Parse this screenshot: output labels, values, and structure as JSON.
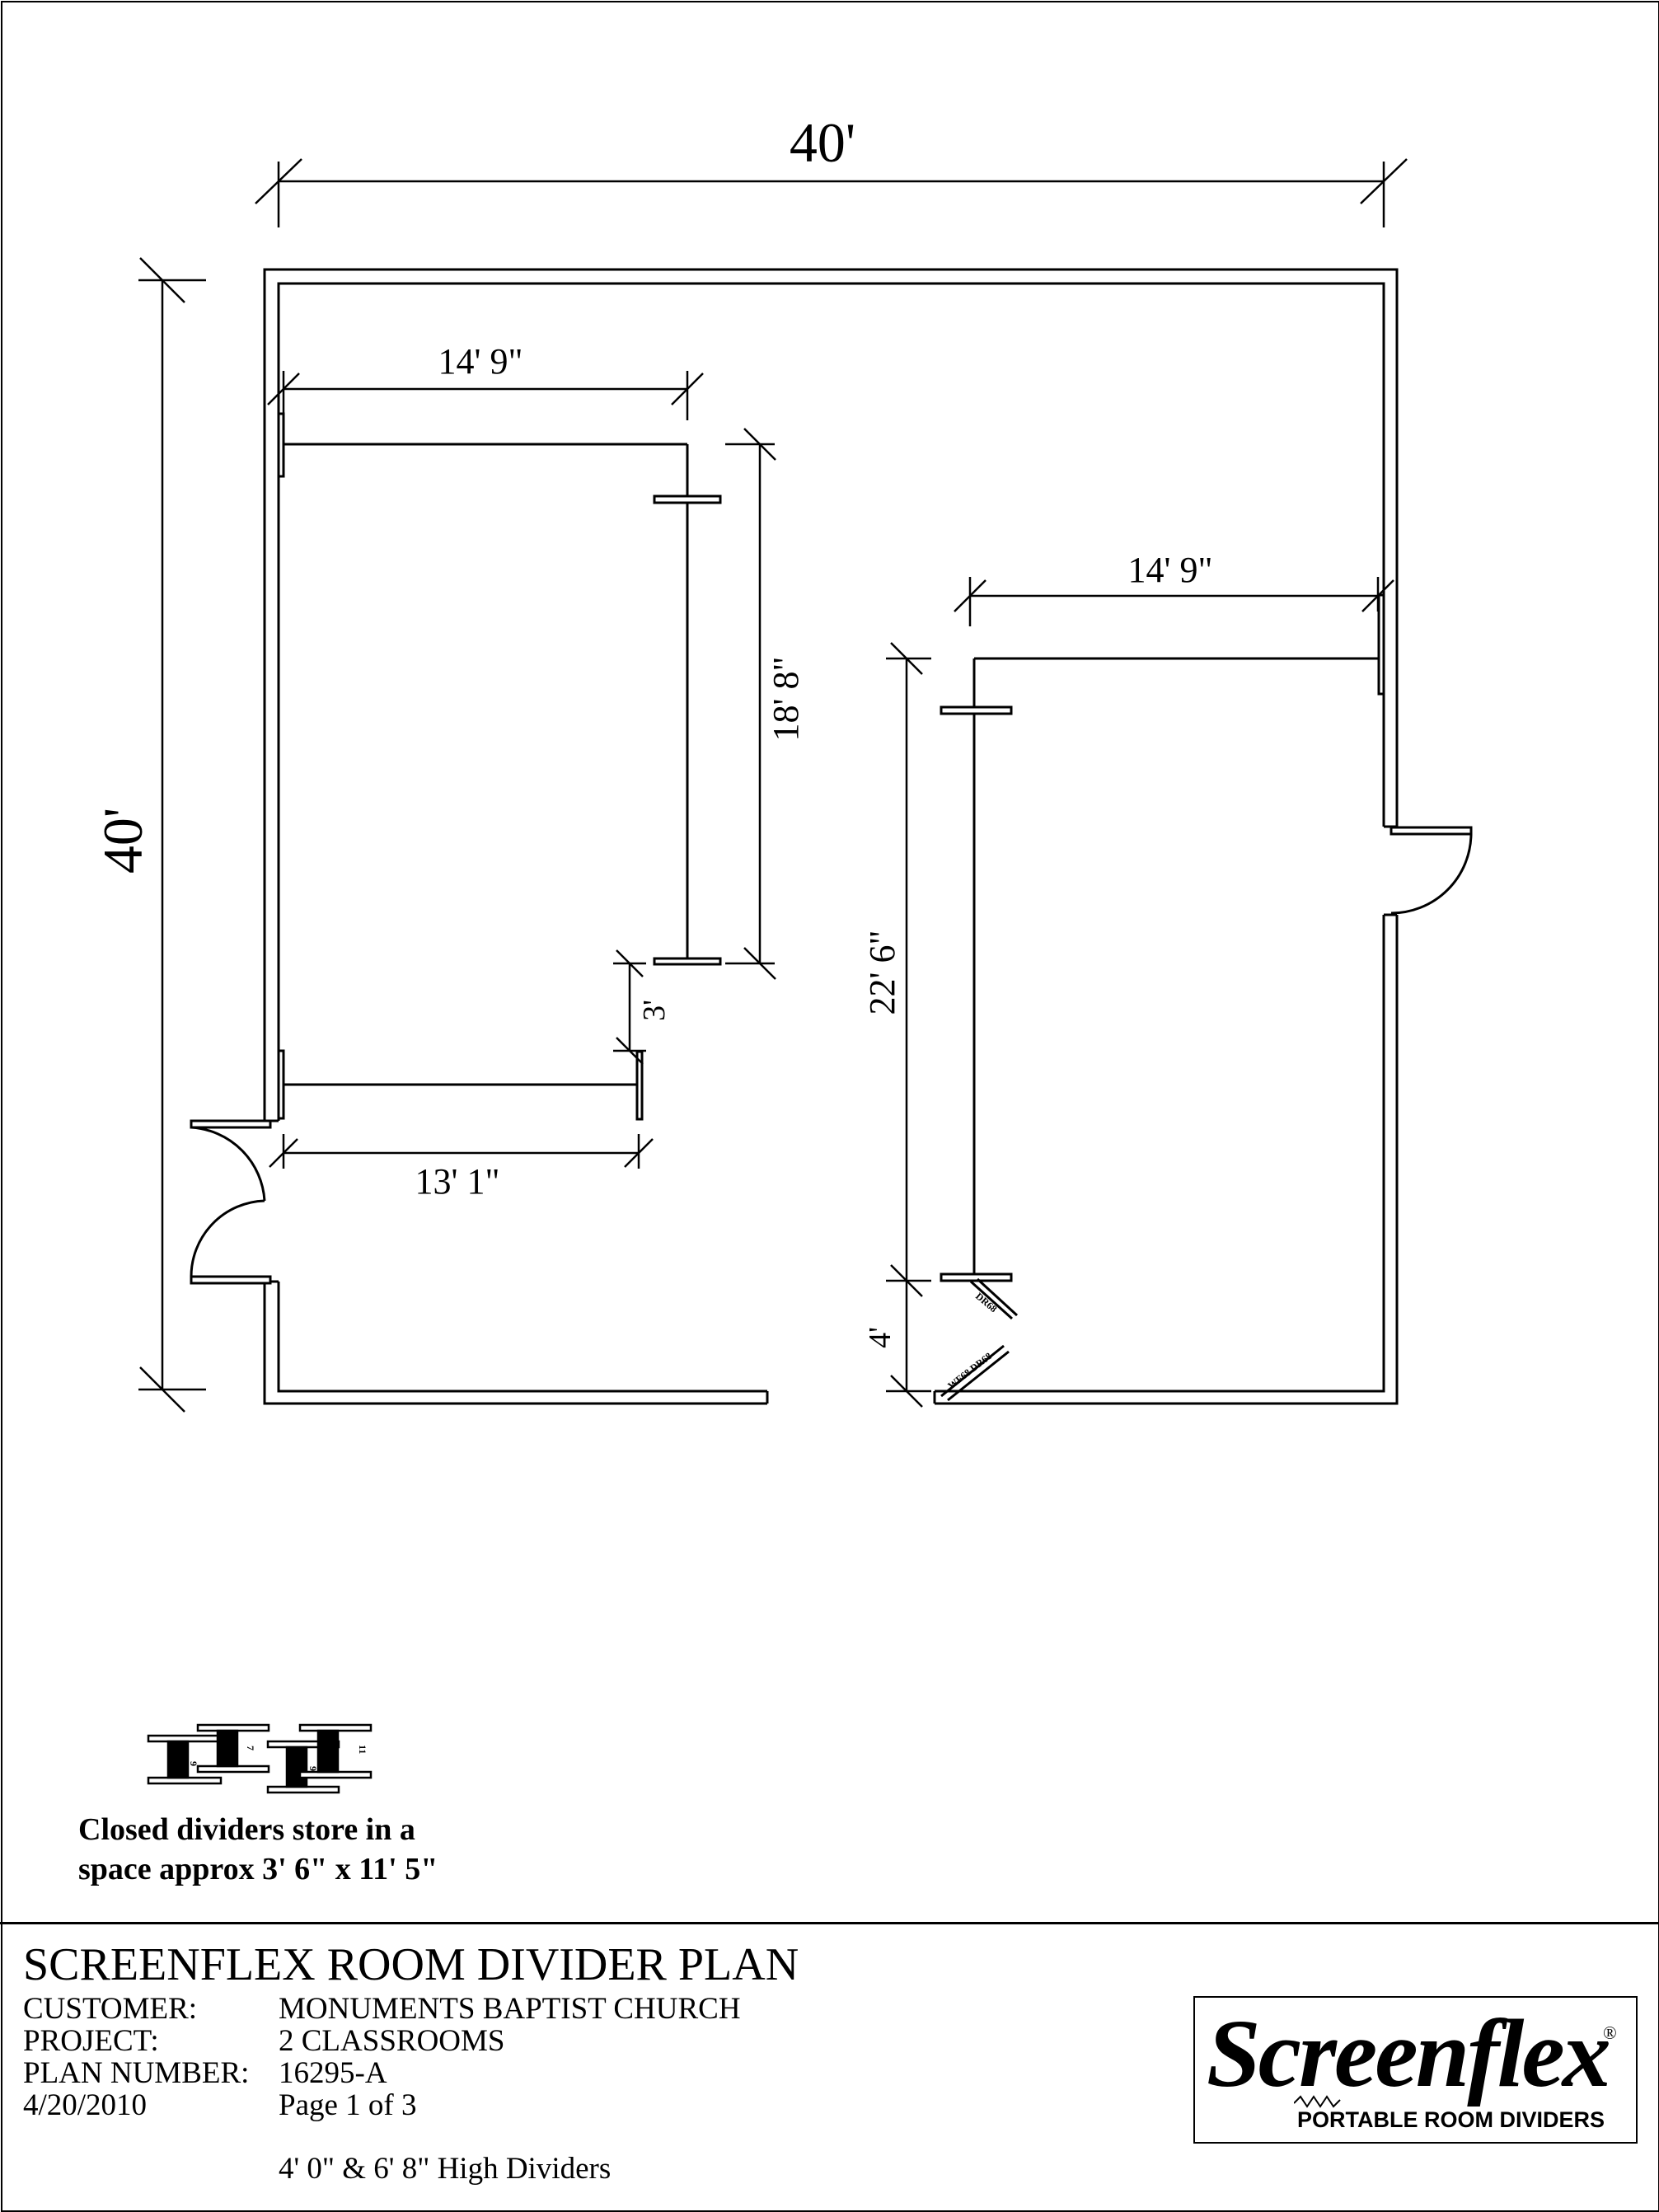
{
  "dimensions": {
    "total_width": "40'",
    "total_height": "40'",
    "left_room_top": "14' 9\"",
    "left_room_side": "18' 8\"",
    "left_room_offset": "3'",
    "left_room_bottom": "13' 1\"",
    "right_room_top": "14' 9\"",
    "right_room_side": "22' 6\"",
    "right_room_gap": "4'"
  },
  "door_labels": {
    "dr_upper": "DR68",
    "dr_lower": "WF68 DR68"
  },
  "storage": {
    "panel_counts": [
      "9",
      "7",
      "9",
      "11"
    ],
    "note_line1": "Closed dividers store in a",
    "note_line2": "space approx 3' 6\" x 11' 5\""
  },
  "title_block": {
    "title": "SCREENFLEX ROOM DIVIDER PLAN",
    "customer_label": "CUSTOMER:",
    "customer_value": "MONUMENTS BAPTIST CHURCH",
    "project_label": "PROJECT:",
    "project_value": "2 CLASSROOMS",
    "plan_label": "PLAN NUMBER:",
    "plan_value": "16295-A",
    "date": "4/20/2010",
    "page": "Page 1 of 3",
    "heights": "4' 0\" & 6' 8\" High Dividers"
  },
  "logo": {
    "wordmark": "Screenflex",
    "registered": "®",
    "tagline": "PORTABLE ROOM DIVIDERS"
  }
}
